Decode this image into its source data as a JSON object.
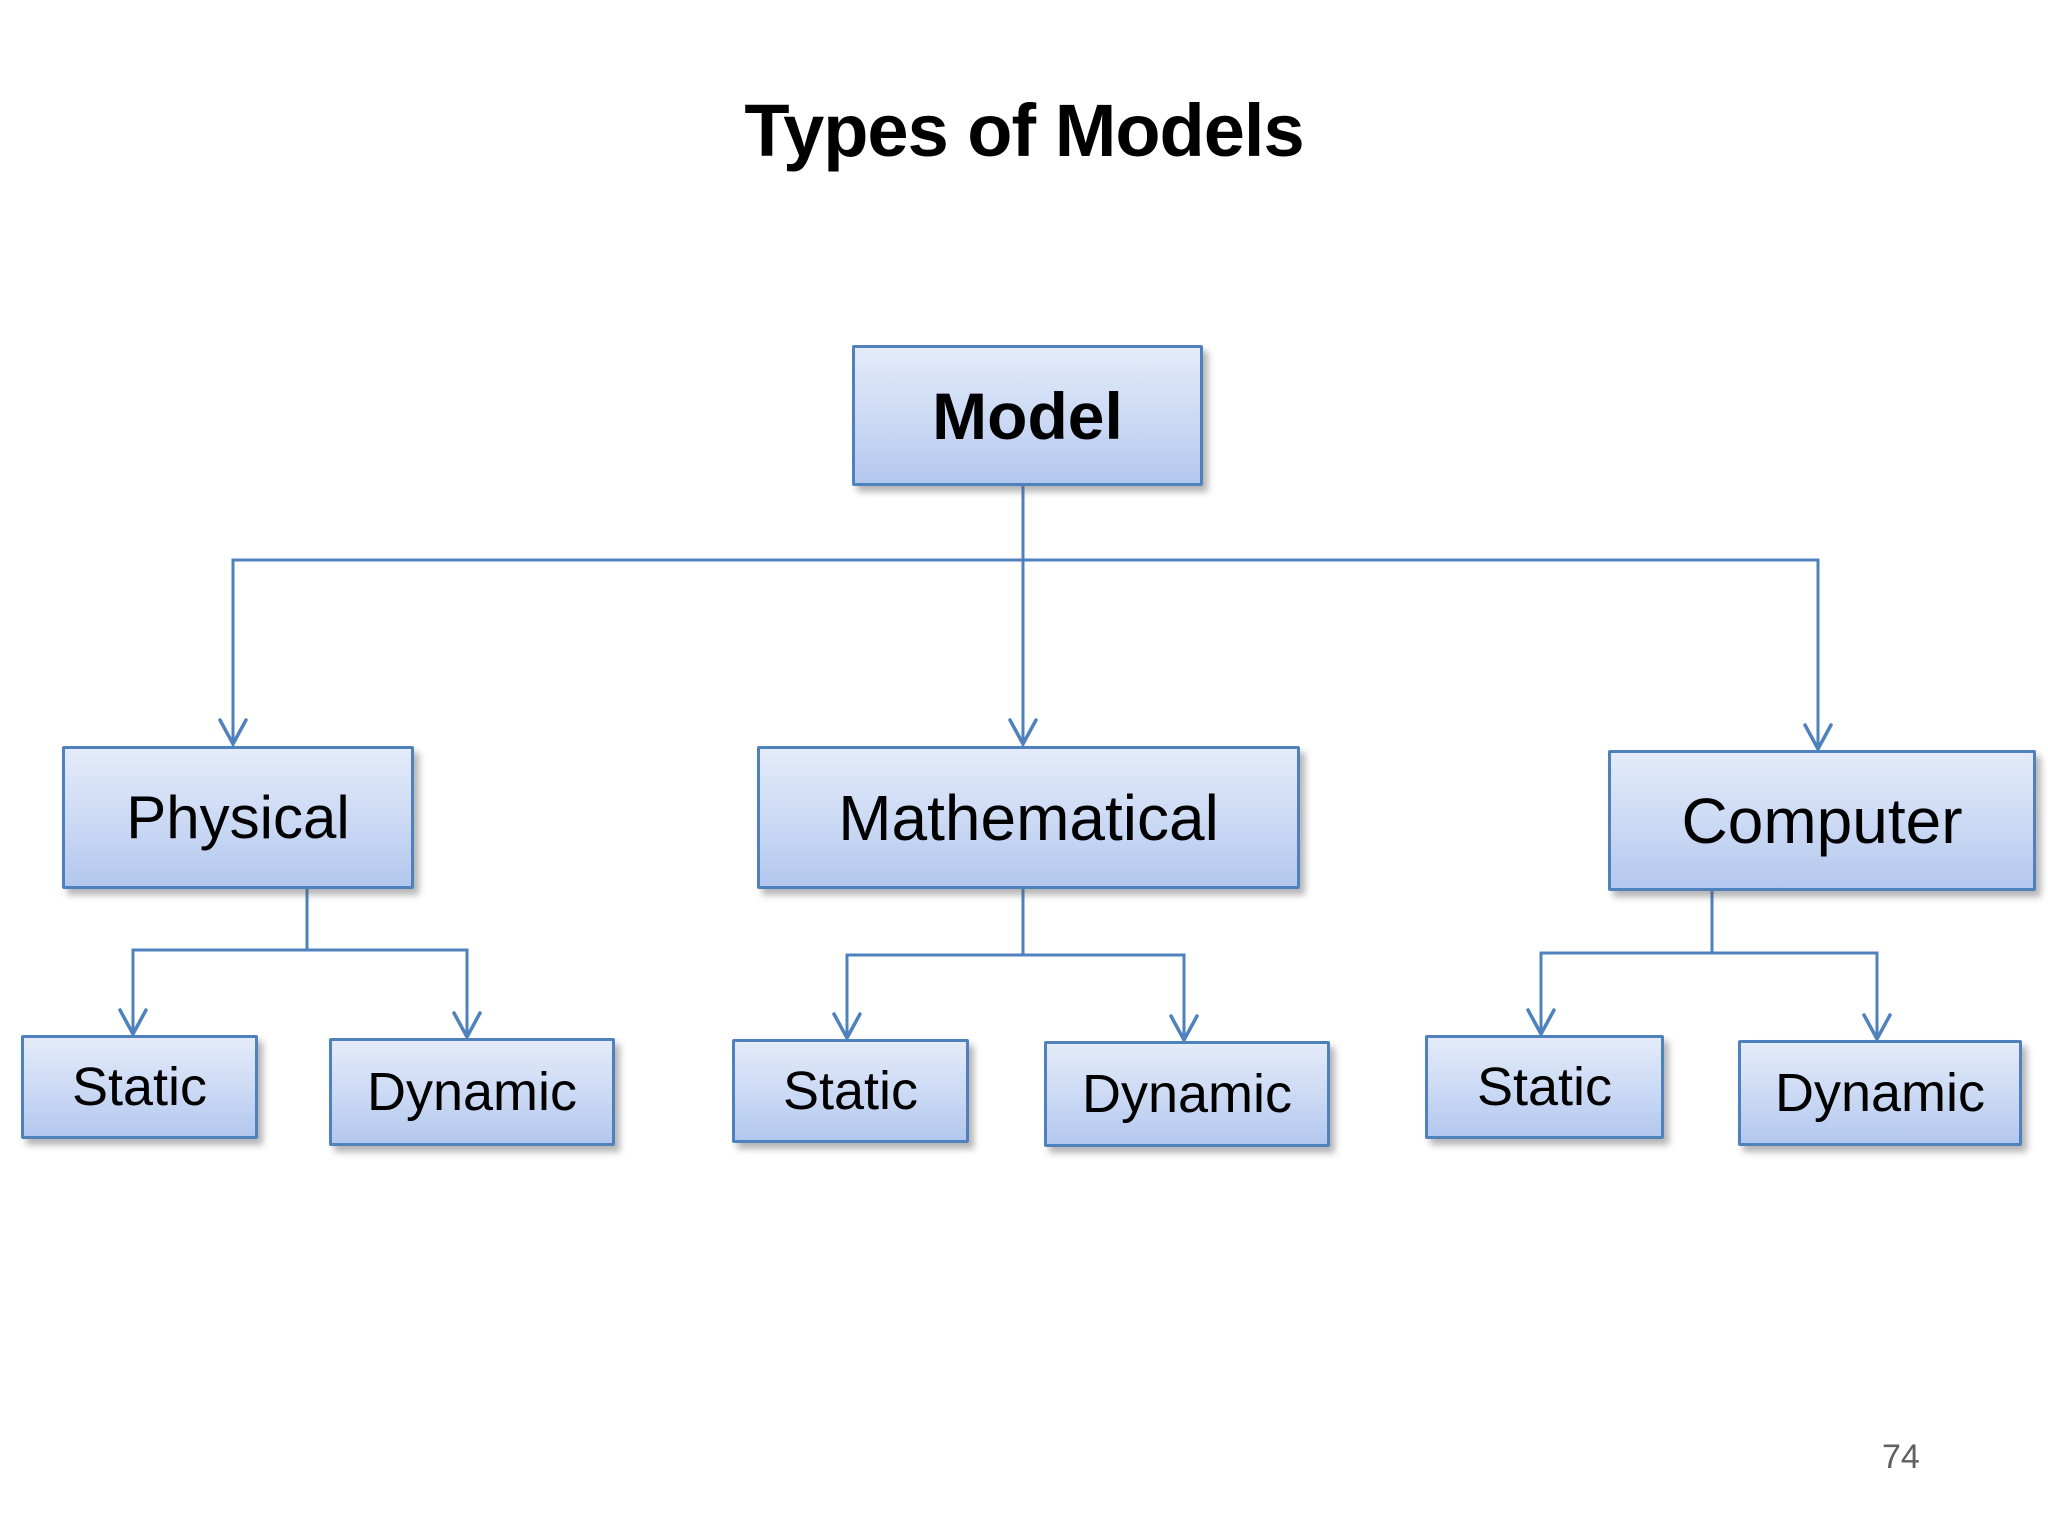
{
  "title": "Types of Models",
  "page_number": "74",
  "colors": {
    "background": "#ffffff",
    "title_text": "#000000",
    "node_text": "#000000",
    "connector": "#4f81bd",
    "node_border": "#4f81bd",
    "node_fill_top": "#e4ebfa",
    "node_fill_bottom": "#b3c8ee",
    "page_number_text": "#606060"
  },
  "diagram": {
    "type": "hierarchy",
    "root": {
      "label": "Model"
    },
    "branches": [
      {
        "label": "Physical",
        "children": [
          {
            "label": "Static"
          },
          {
            "label": "Dynamic"
          }
        ]
      },
      {
        "label": "Mathematical",
        "children": [
          {
            "label": "Static"
          },
          {
            "label": "Dynamic"
          }
        ]
      },
      {
        "label": "Computer",
        "children": [
          {
            "label": "Static"
          },
          {
            "label": "Dynamic"
          }
        ]
      }
    ]
  }
}
